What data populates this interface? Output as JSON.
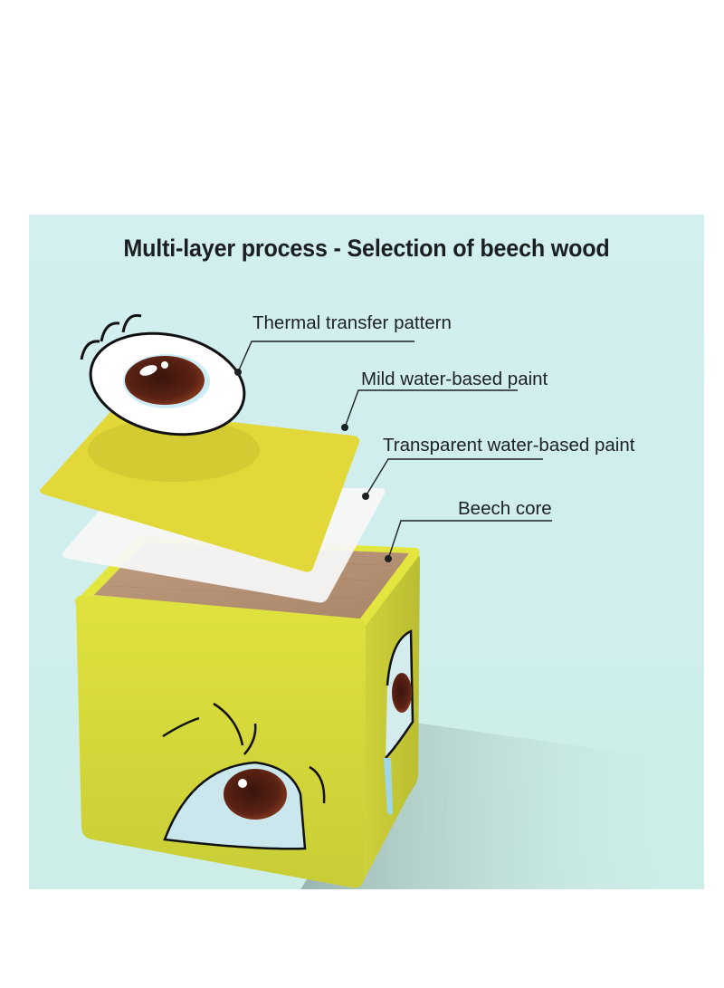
{
  "panel": {
    "title": "Multi-layer process - Selection of beech wood",
    "background_color": "#d1eeee"
  },
  "layers": [
    {
      "label": "Thermal transfer pattern",
      "target": "eye-decal"
    },
    {
      "label": "Mild water-based paint",
      "target": "yellow-paint-layer",
      "color": "#e3d93a"
    },
    {
      "label": "Transparent water-based paint",
      "target": "transparent-paint-layer",
      "color": "#f6f6f6"
    },
    {
      "label": "Beech core",
      "target": "beech-wood-top",
      "color": "#b8947a"
    }
  ],
  "cube": {
    "color": "#d8dc3c",
    "faces": [
      "sad-eye-face",
      "crying-eye-face"
    ]
  }
}
